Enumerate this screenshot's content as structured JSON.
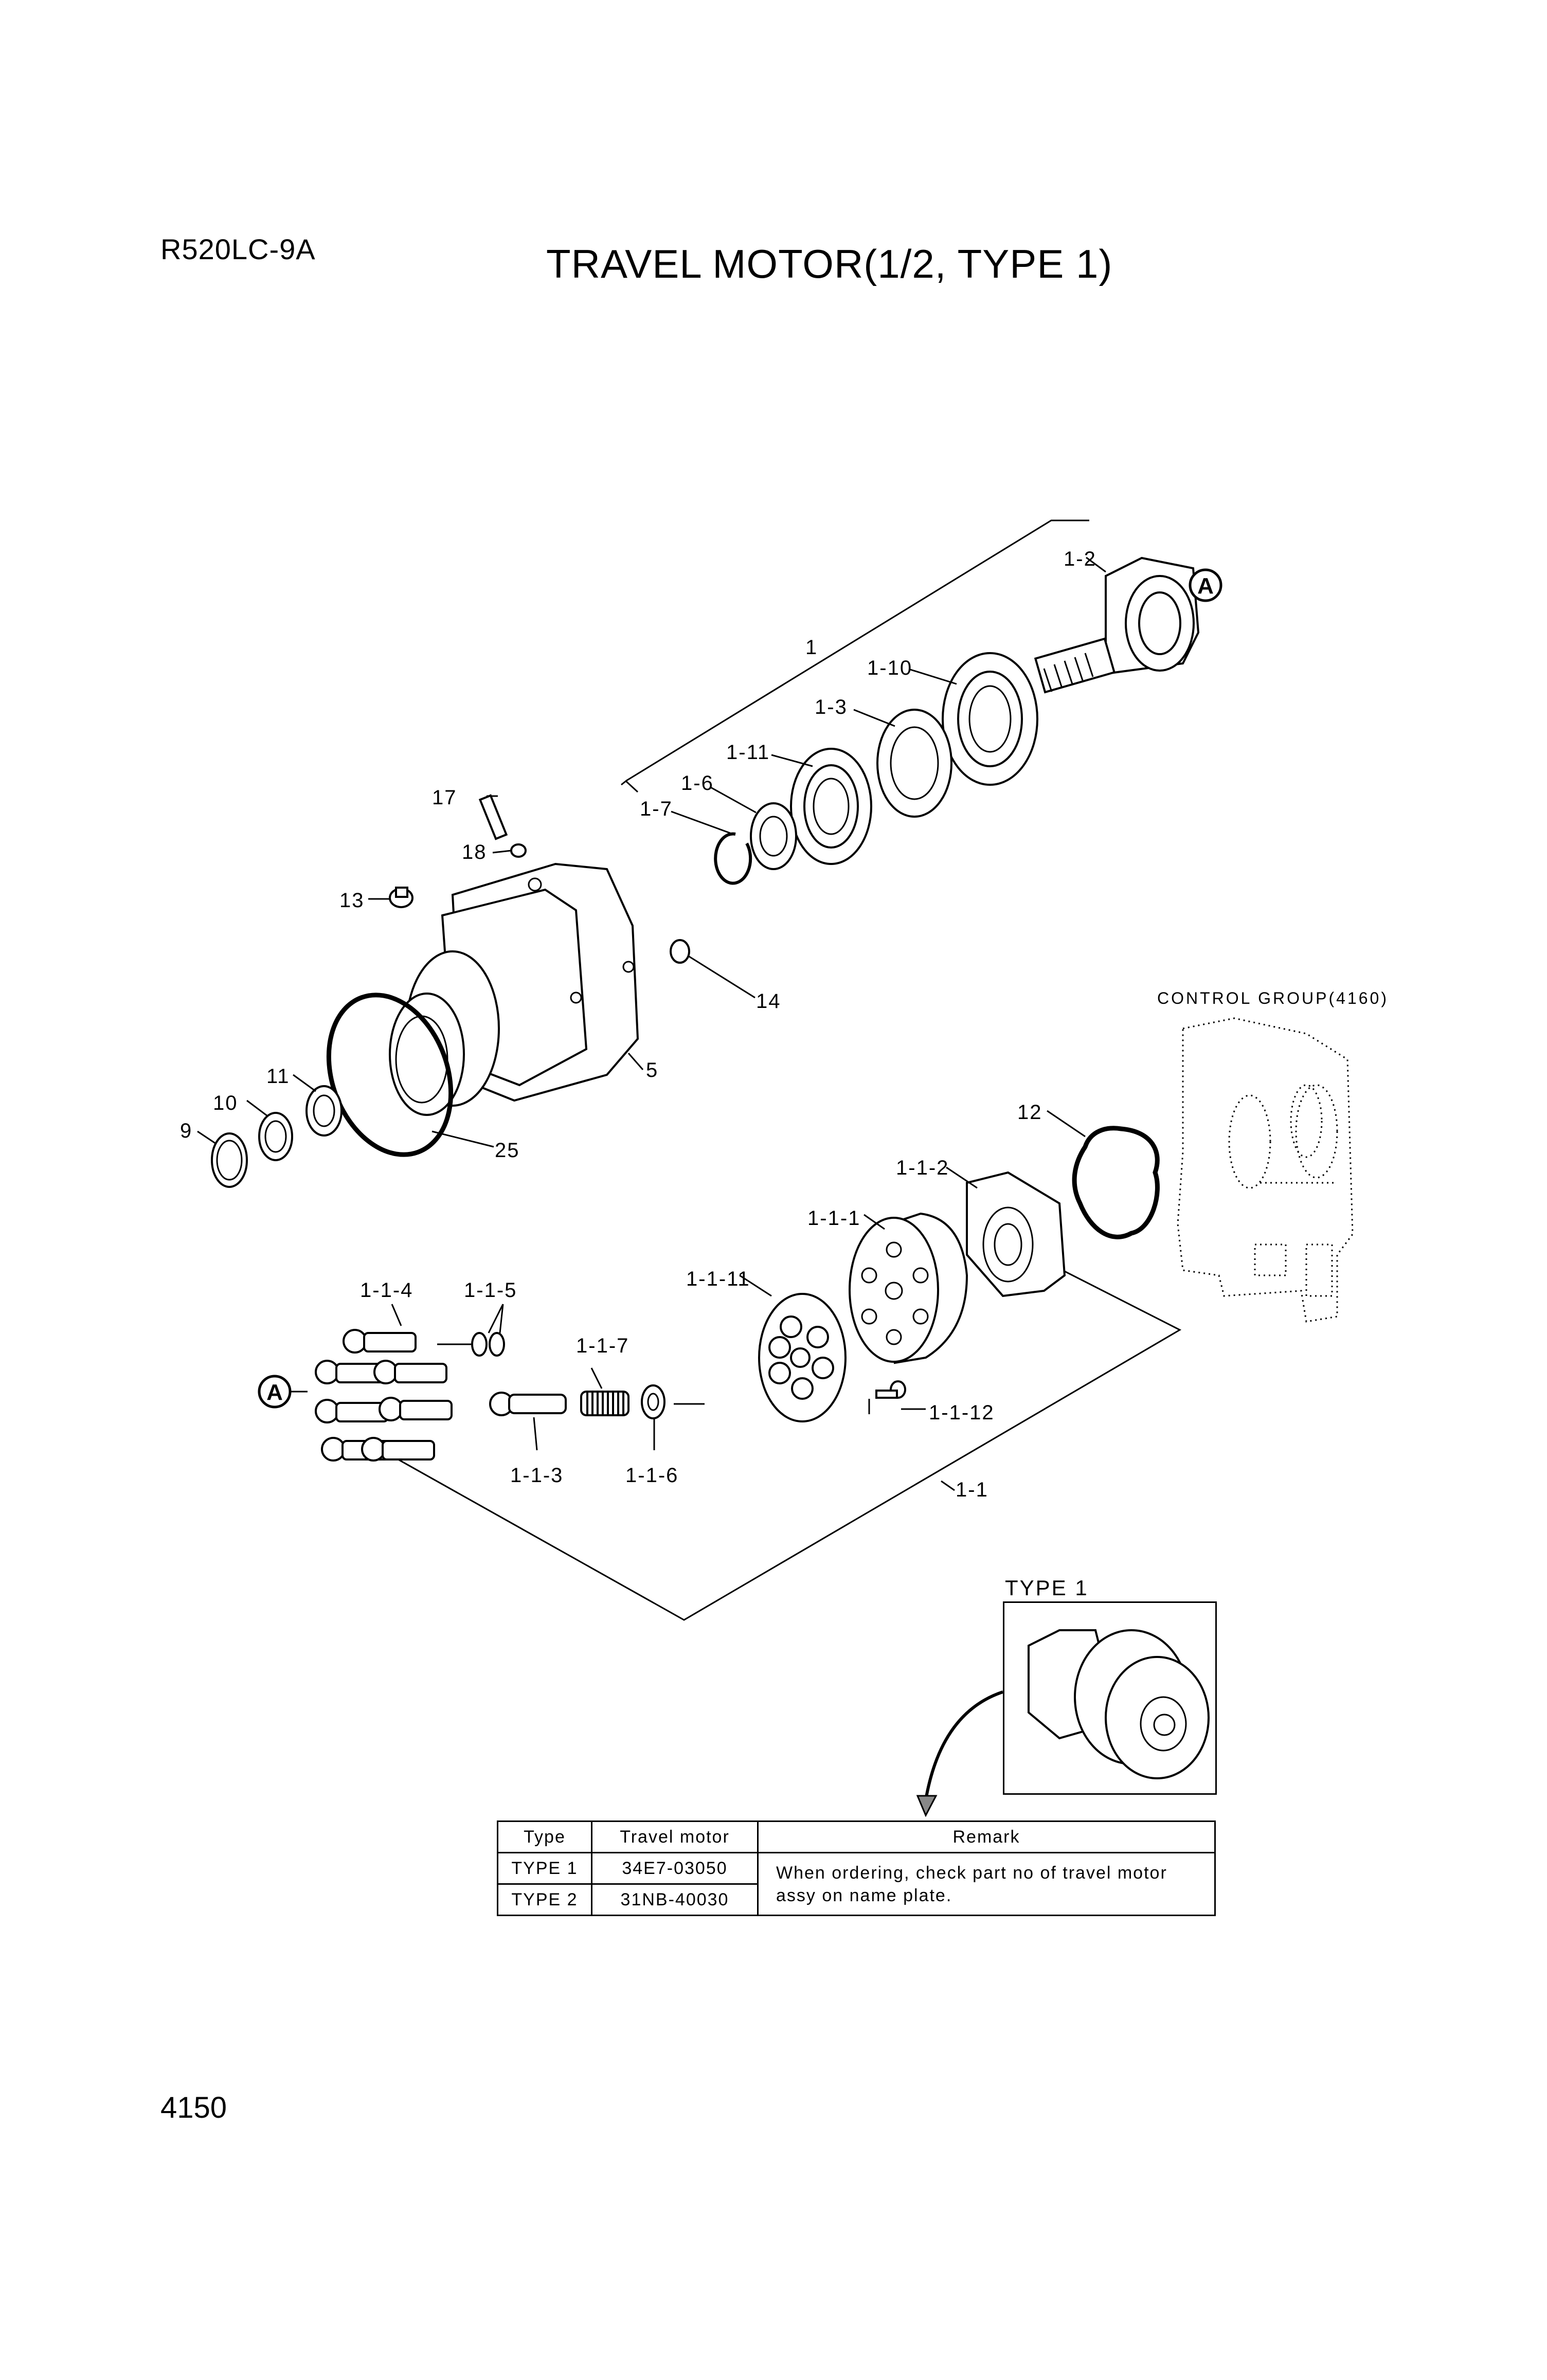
{
  "header": {
    "model": "R520LC-9A",
    "title": "TRAVEL MOTOR(1/2, TYPE 1)"
  },
  "callouts": {
    "c1": "1",
    "c1_1": "1-1",
    "c1_1_1": "1-1-1",
    "c1_1_2": "1-1-2",
    "c1_1_3": "1-1-3",
    "c1_1_4": "1-1-4",
    "c1_1_5": "1-1-5",
    "c1_1_6": "1-1-6",
    "c1_1_7": "1-1-7",
    "c1_1_11": "1-1-11",
    "c1_1_12": "1-1-12",
    "c1_2": "1-2",
    "c1_3": "1-3",
    "c1_6": "1-6",
    "c1_7": "1-7",
    "c1_10": "1-10",
    "c1_11": "1-11",
    "c5": "5",
    "c9": "9",
    "c10": "10",
    "c11": "11",
    "c12": "12",
    "c13": "13",
    "c14": "14",
    "c17": "17",
    "c18": "18",
    "c25": "25",
    "ref_a_top": "A",
    "ref_a_left": "A"
  },
  "control_group_label": "CONTROL GROUP(4160)",
  "type_inset": {
    "label": "TYPE 1"
  },
  "table": {
    "headers": [
      "Type",
      "Travel motor",
      "Remark"
    ],
    "rows": [
      {
        "type": "TYPE 1",
        "travel_motor": "34E7-03050"
      },
      {
        "type": "TYPE 2",
        "travel_motor": "31NB-40030"
      }
    ],
    "remark": "When ordering, check part no of travel motor assy on name plate."
  },
  "page_number": "4150"
}
